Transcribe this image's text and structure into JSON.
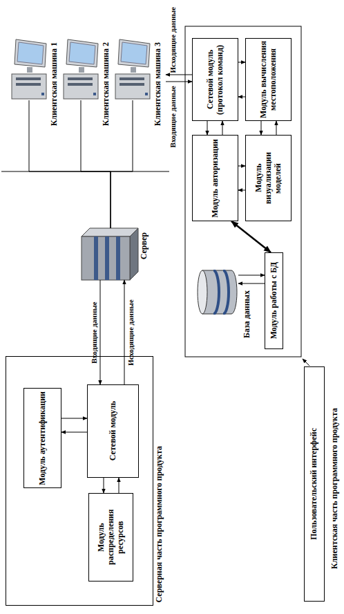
{
  "diagram": {
    "nodes": [
      {
        "text": [
          "Серверная часть программного продукта"
        ]
      },
      {
        "text": [
          "Модуль аутентификации"
        ],
        "in": 0
      },
      {
        "text": [
          "Модуль распределения ресурсов"
        ],
        "in": 0
      },
      {
        "text": [
          "Сетевой модуль"
        ],
        "in": 0
      },
      {
        "text": [
          "Сервер"
        ]
      },
      {
        "text": [
          "Клиентская машина 1"
        ]
      },
      {
        "text": [
          "Клиентская машина 2"
        ]
      },
      {
        "text": [
          "Клиентская машина 3"
        ]
      },
      {
        "text": [
          "База данных"
        ]
      },
      {
        "text": [
          "Модуль авторизации"
        ]
      },
      {
        "text": [
          "Сетевой модуль (протокол команд)"
        ]
      },
      {
        "text": [
          "Модуль работы с БД"
        ]
      },
      {
        "text": [
          "Модуль визуализации моделей"
        ]
      },
      {
        "text": [
          "Модуль вычисления местоположения"
        ]
      },
      {
        "text": [
          "Пользовательский интерфейс"
        ]
      }
    ],
    "edges": [
      {
        "from": 4,
        "to": 3,
        "arrow": "to",
        "label": "Входящие данные"
      },
      {
        "from": 3,
        "to": 4,
        "arrow": "to",
        "label": "Исходящие данные"
      },
      {
        "from": 1,
        "to": 3,
        "arrow": "to"
      },
      {
        "from": 3,
        "to": 1,
        "arrow": "to"
      },
      {
        "from": 3,
        "to": 2,
        "arrow": "to"
      },
      {
        "from": 2,
        "to": 3,
        "arrow": "to"
      },
      {
        "from": 5,
        "to": 4,
        "arrow": "none"
      },
      {
        "from": 6,
        "to": 4,
        "arrow": "none"
      },
      {
        "from": 7,
        "to": 4,
        "arrow": "none"
      },
      {
        "from": 10,
        "to": 9,
        "arrow": "to"
      },
      {
        "from": 9,
        "to": 10,
        "arrow": "to"
      },
      {
        "from": 10,
        "to": 13,
        "arrow": "to"
      },
      {
        "from": 13,
        "to": 10,
        "arrow": "to"
      },
      {
        "from": 9,
        "to": 12,
        "arrow": "to"
      },
      {
        "from": 12,
        "to": 9,
        "arrow": "to"
      },
      {
        "from": 13,
        "to": 12,
        "arrow": "to"
      },
      {
        "from": 12,
        "to": 13,
        "arrow": "to"
      },
      {
        "from": 9,
        "to": 11,
        "arrow": "both"
      },
      {
        "from": 8,
        "to": 11,
        "arrow": "to"
      },
      {
        "from": 11,
        "to": 8,
        "arrow": "to"
      }
    ],
    "labels": [
      "Исходящие данные",
      "Входящие данные",
      "Клиентская часть программного продукта"
    ]
  }
}
